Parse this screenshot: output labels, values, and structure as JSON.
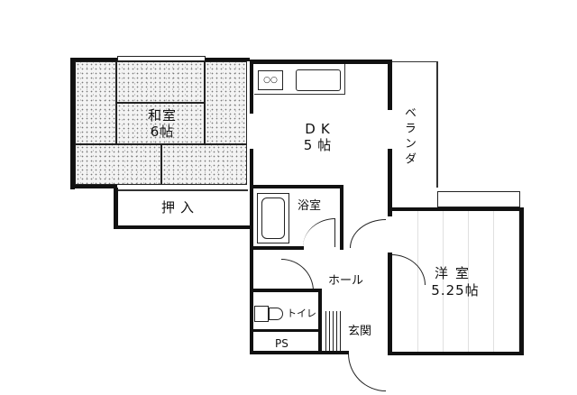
{
  "floor_plan": {
    "rooms": {
      "washitsu": {
        "name": "和室",
        "size": "6帖"
      },
      "dk": {
        "name": "DK",
        "size": "5帖"
      },
      "veranda": {
        "name": "ベランダ"
      },
      "oshiire": {
        "name": "押入"
      },
      "bath": {
        "name": "浴室"
      },
      "hall": {
        "name": "ホール"
      },
      "youshitsu": {
        "name": "洋室",
        "size": "5.25帖"
      },
      "toilet": {
        "name": "トイレ"
      },
      "ps": {
        "name": "PS"
      },
      "genkan": {
        "name": "玄関"
      }
    },
    "colors": {
      "wall": "#111111",
      "tatami_dot": "#777777",
      "background": "#ffffff"
    }
  }
}
